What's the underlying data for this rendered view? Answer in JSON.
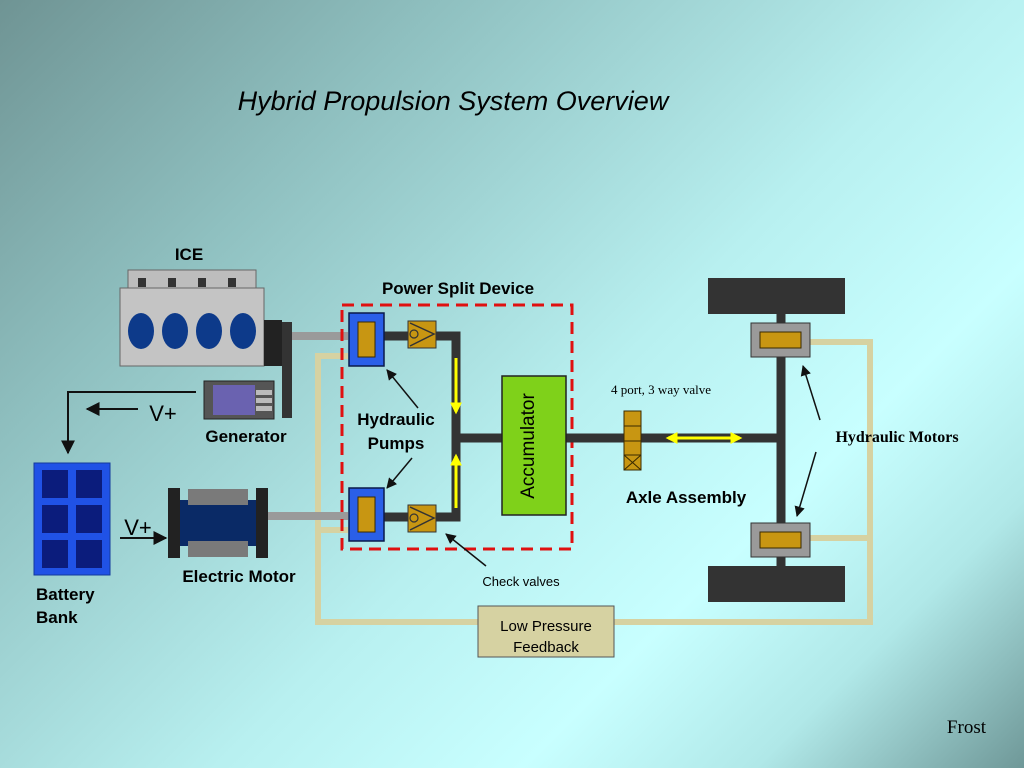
{
  "slide": {
    "title": "Hybrid Propulsion System Overview",
    "author": "Frost"
  },
  "labels": {
    "ice": "ICE",
    "power_split_device": "Power Split Device",
    "generator": "Generator",
    "hydraulic_pumps_line1": "Hydraulic",
    "hydraulic_pumps_line2": "Pumps",
    "accumulator": "Accumulator",
    "valve": "4 port, 3 way valve",
    "hydraulic_motors": "Hydraulic Motors",
    "axle_assembly": "Axle Assembly",
    "electric_motor": "Electric Motor",
    "check_valves": "Check valves",
    "battery_bank_line1": "Battery",
    "battery_bank_line2": "Bank",
    "voltage_top": "V+",
    "voltage_bottom": "V+",
    "low_pressure_line1": "Low Pressure",
    "low_pressure_line2": "Feedback"
  },
  "colors": {
    "accent_red": "#e01010",
    "pump_blue": "#2a5fe8",
    "accumulator_green": "#7fd11a",
    "hydraulic_gold": "#c89612",
    "line_tan": "#d6d2a2",
    "flow_yellow": "#ffff00",
    "dark": "#333333"
  }
}
